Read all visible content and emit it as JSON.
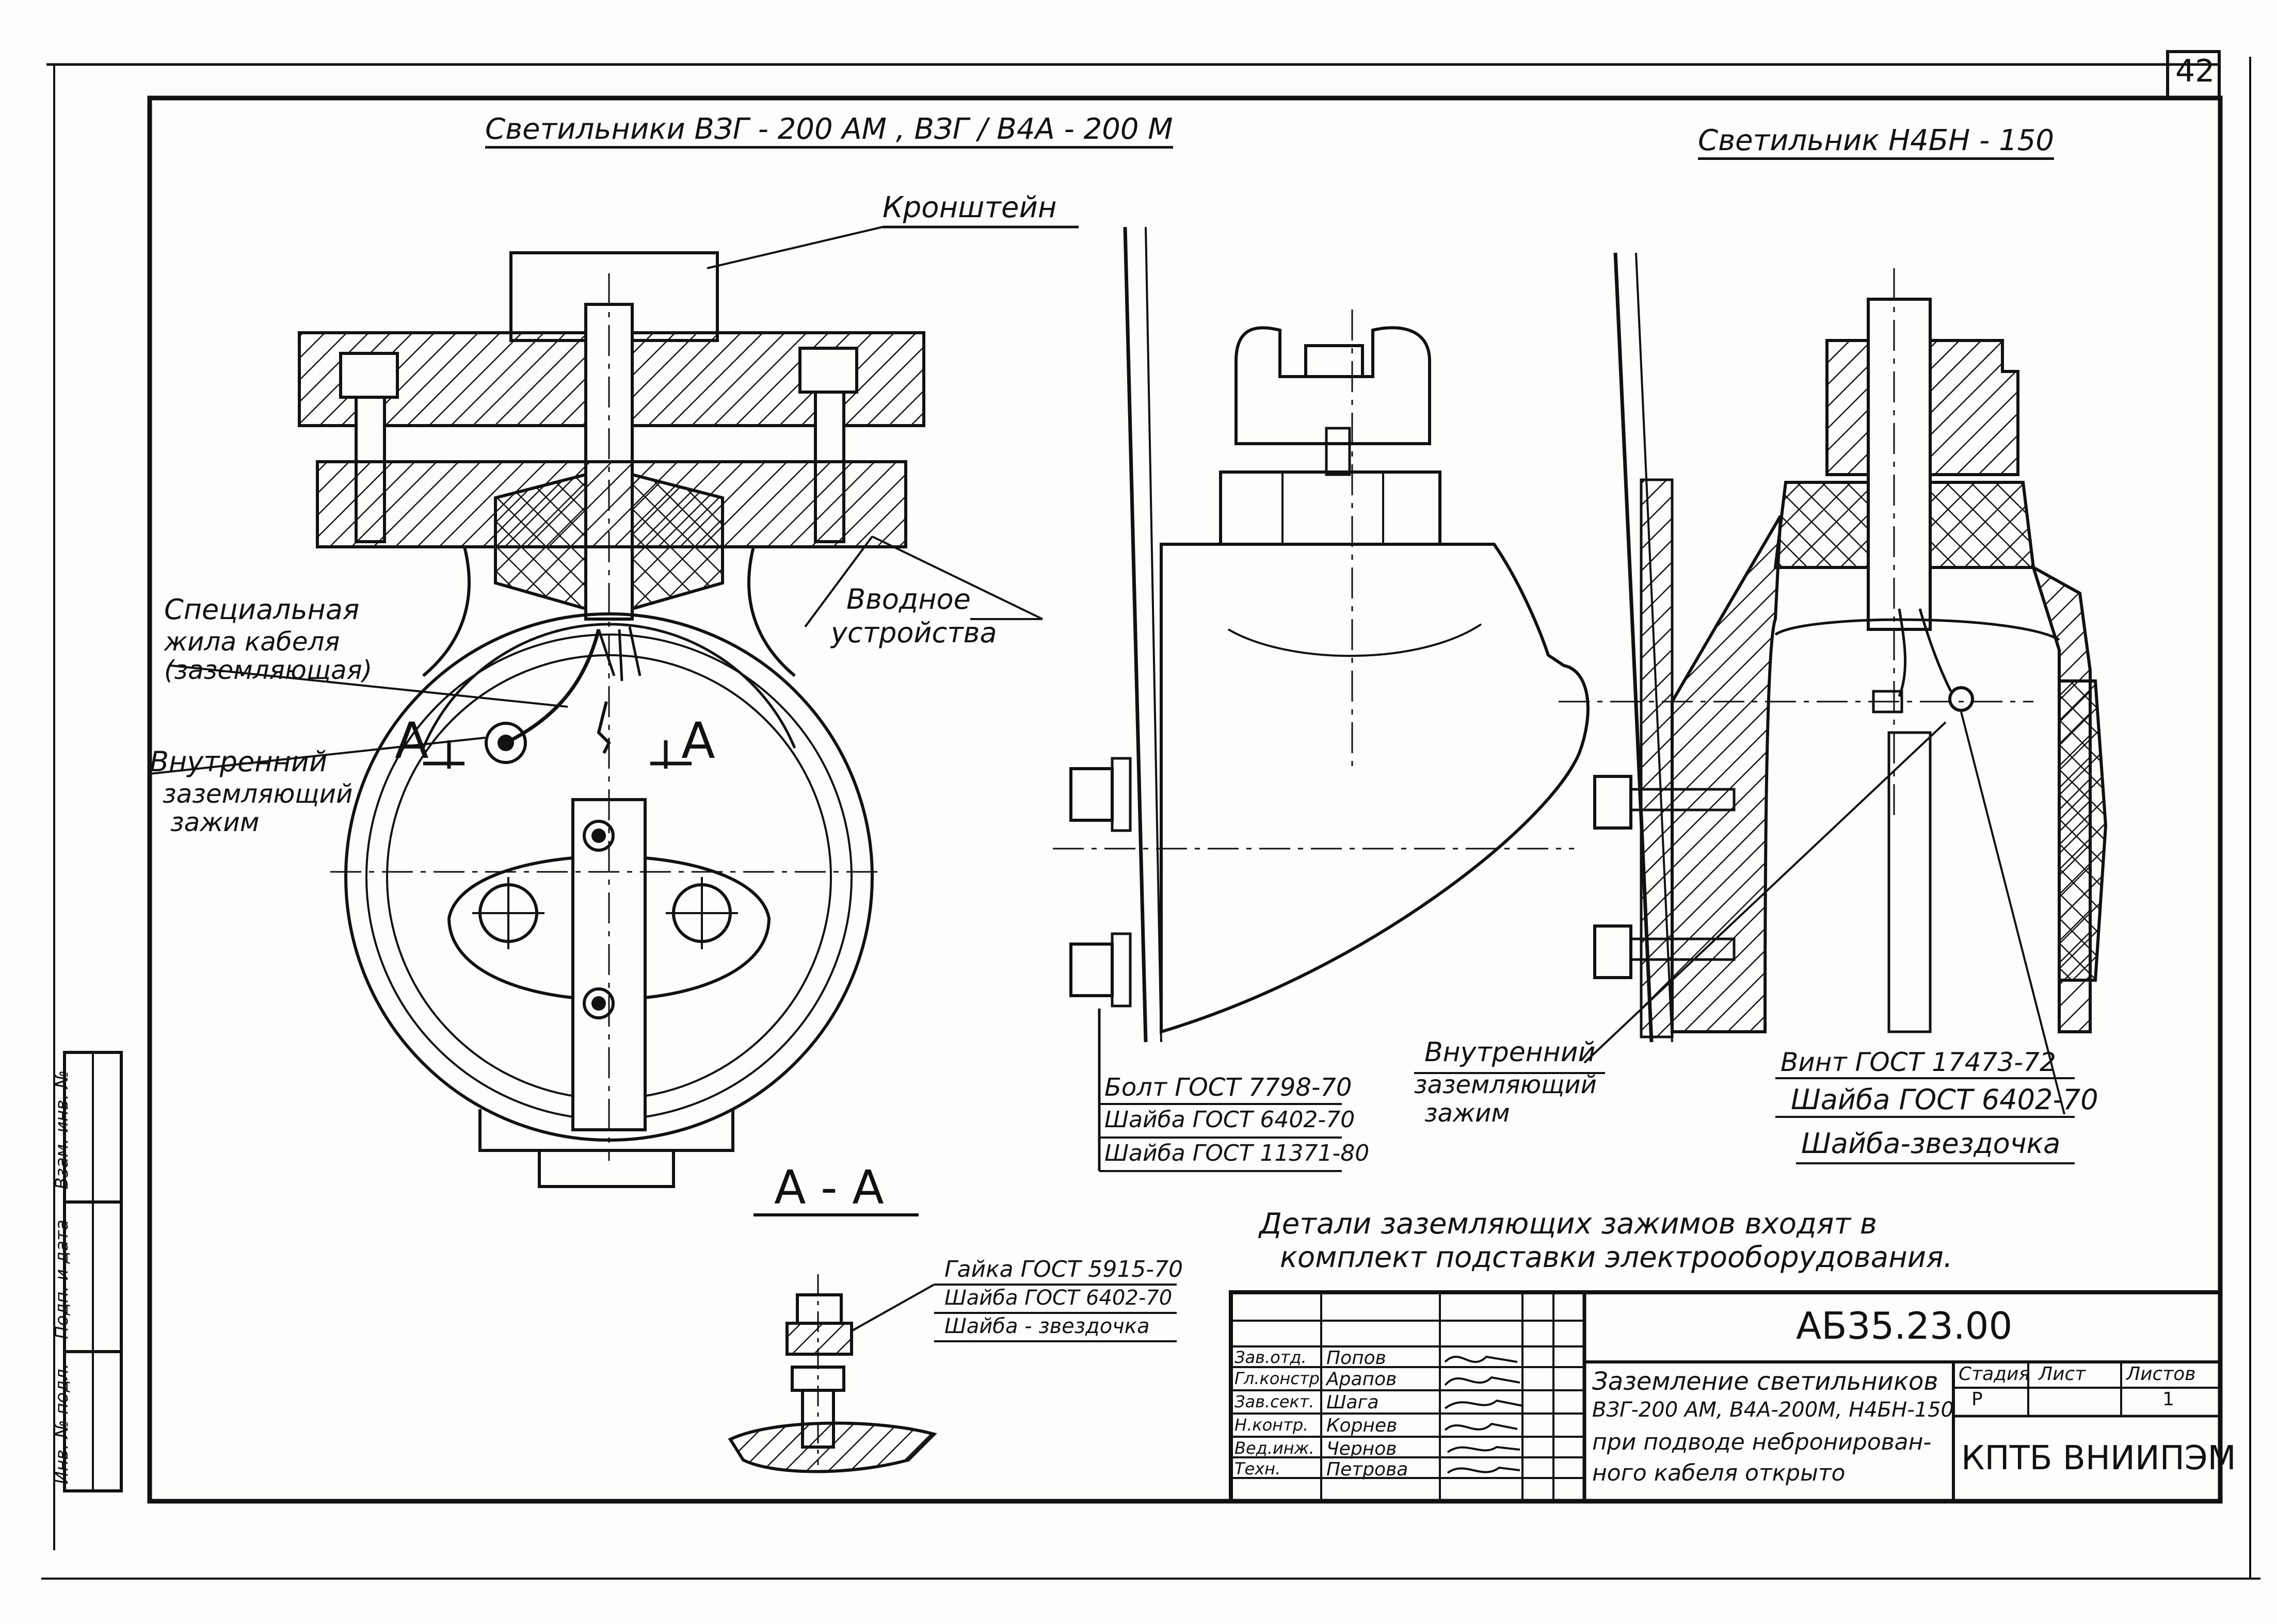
{
  "sheet_number": "42",
  "titles": {
    "left": "Светильники ВЗГ - 200 АМ , ВЗГ / В4А - 200 М",
    "right": "Светильник Н4БН - 150"
  },
  "labels": {
    "bracket": "Кронштейн",
    "special_core_1": "Специальная",
    "special_core_2": "жила кабеля",
    "special_core_3": "(заземляющая)",
    "entry_device_1": "Вводное",
    "entry_device_2": "устройства",
    "inner_clamp_left_1": "Внутренний",
    "inner_clamp_left_2": "заземляющий",
    "inner_clamp_left_3": "зажим",
    "section_left": "А",
    "section_right": "А",
    "section_title": "А - А",
    "inner_clamp_mid_1": "Внутренний",
    "inner_clamp_mid_2": "заземляющий",
    "inner_clamp_mid_3": "зажим",
    "bolt_spec_1": "Болт ГОСТ 7798-70",
    "bolt_spec_2": "Шайба ГОСТ 6402-70",
    "bolt_spec_3": "Шайба ГОСТ 11371-80",
    "screw_spec_1": "Винт ГОСТ 17473-72",
    "screw_spec_2": "Шайба ГОСТ 6402-70",
    "screw_spec_3": "Шайба-звездочка",
    "nut_spec_1": "Гайка ГОСТ 5915-70",
    "nut_spec_2": "Шайба ГОСТ 6402-70",
    "nut_spec_3": "Шайба - звездочка",
    "note_1": "Детали заземляющих зажимов входят в",
    "note_2": "комплект подставки электрооборудования."
  },
  "side_stamp": {
    "col1": "Инв. № подл.",
    "col2": "Подп. и дата",
    "col3": "Взам. инв. №"
  },
  "title_block": {
    "code": "АБ35.23.00",
    "description_1": "Заземление светильников",
    "description_2": "ВЗГ-200 АМ, В4А-200М, Н4БН-150",
    "description_3": "при подводе небронирован-",
    "description_4": "ного кабеля открыто",
    "stage_label": "Стадия",
    "sheet_label": "Лист",
    "sheets_label": "Листов",
    "stage_value": "Р",
    "sheets_value": "1",
    "organization": "КПТБ ВНИИПЭМ",
    "roles": [
      {
        "role": "Зав.отд.",
        "name": "Попов"
      },
      {
        "role": "Гл.констр.",
        "name": "Арапов"
      },
      {
        "role": "Зав.сект.",
        "name": "Шага"
      },
      {
        "role": "Н.контр.",
        "name": "Корнев"
      },
      {
        "role": "Вед.инж.",
        "name": "Чернов"
      },
      {
        "role": "Техн.",
        "name": "Петрова"
      }
    ]
  }
}
